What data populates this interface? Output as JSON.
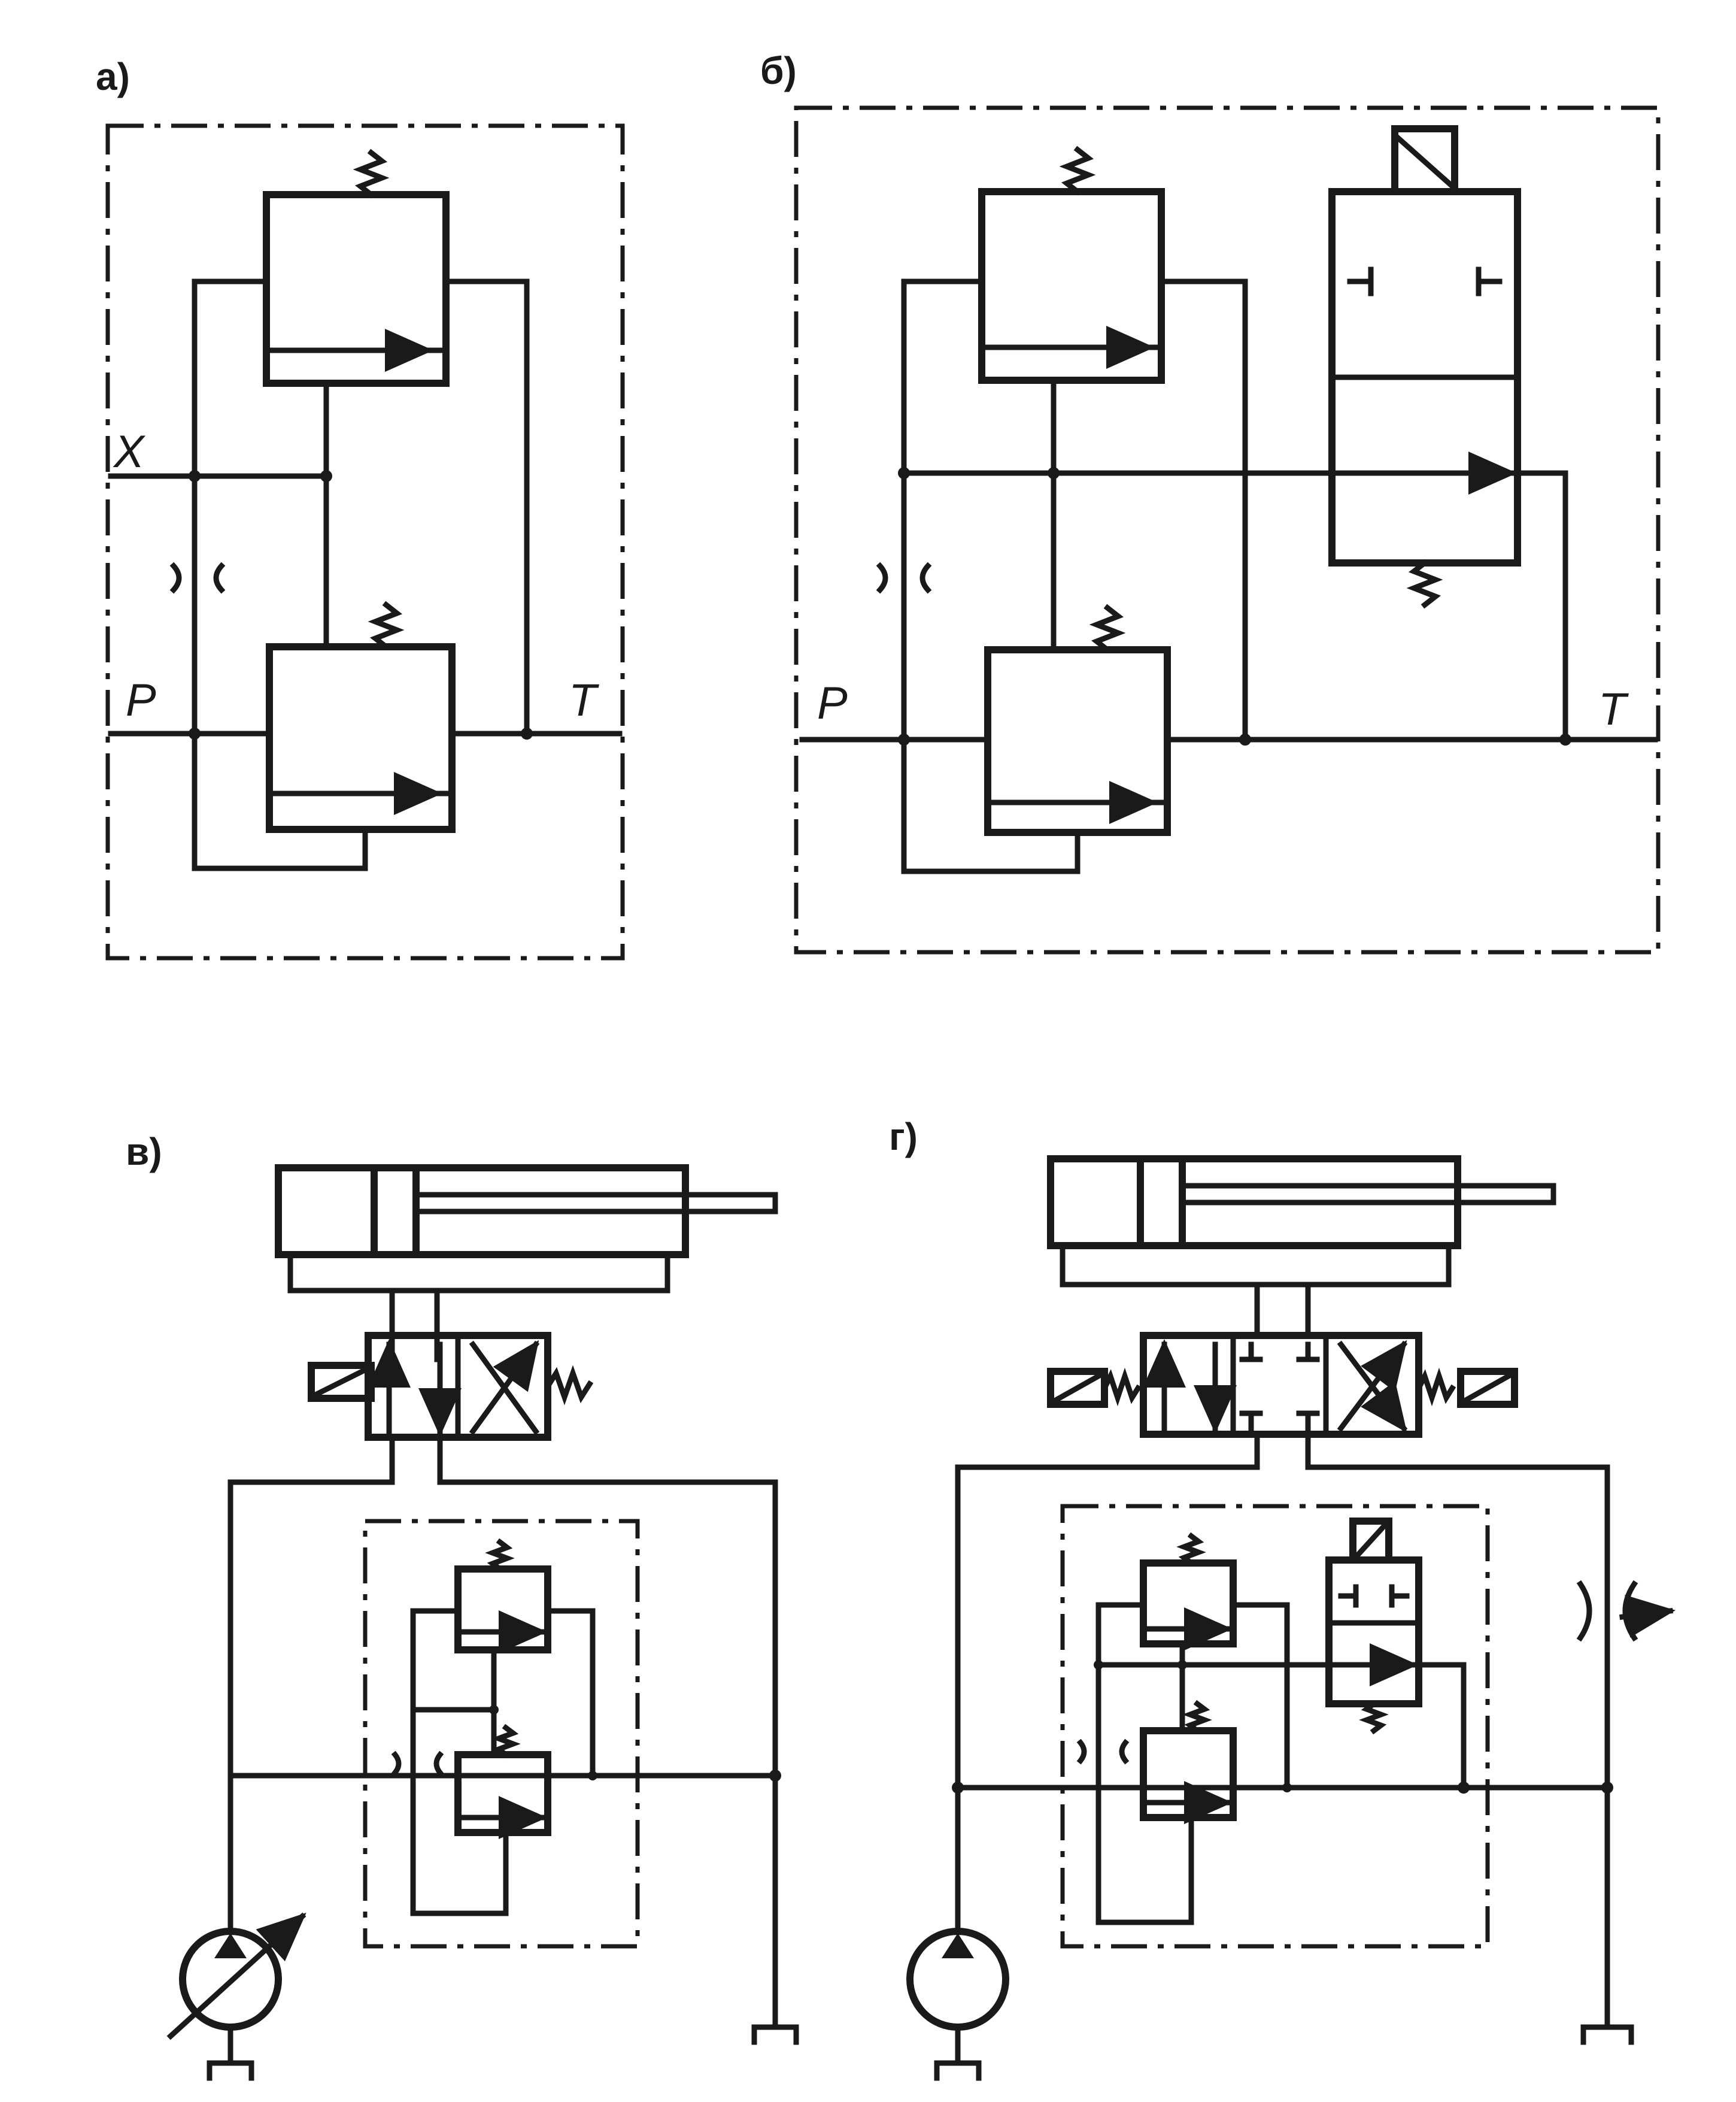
{
  "panels": [
    {
      "label": "а)",
      "ports": {
        "x": "X",
        "p": "P",
        "t": "T"
      }
    },
    {
      "label": "б)",
      "ports": {
        "p": "P",
        "t": "T"
      }
    },
    {
      "label": "в)"
    },
    {
      "label": "г)"
    }
  ]
}
